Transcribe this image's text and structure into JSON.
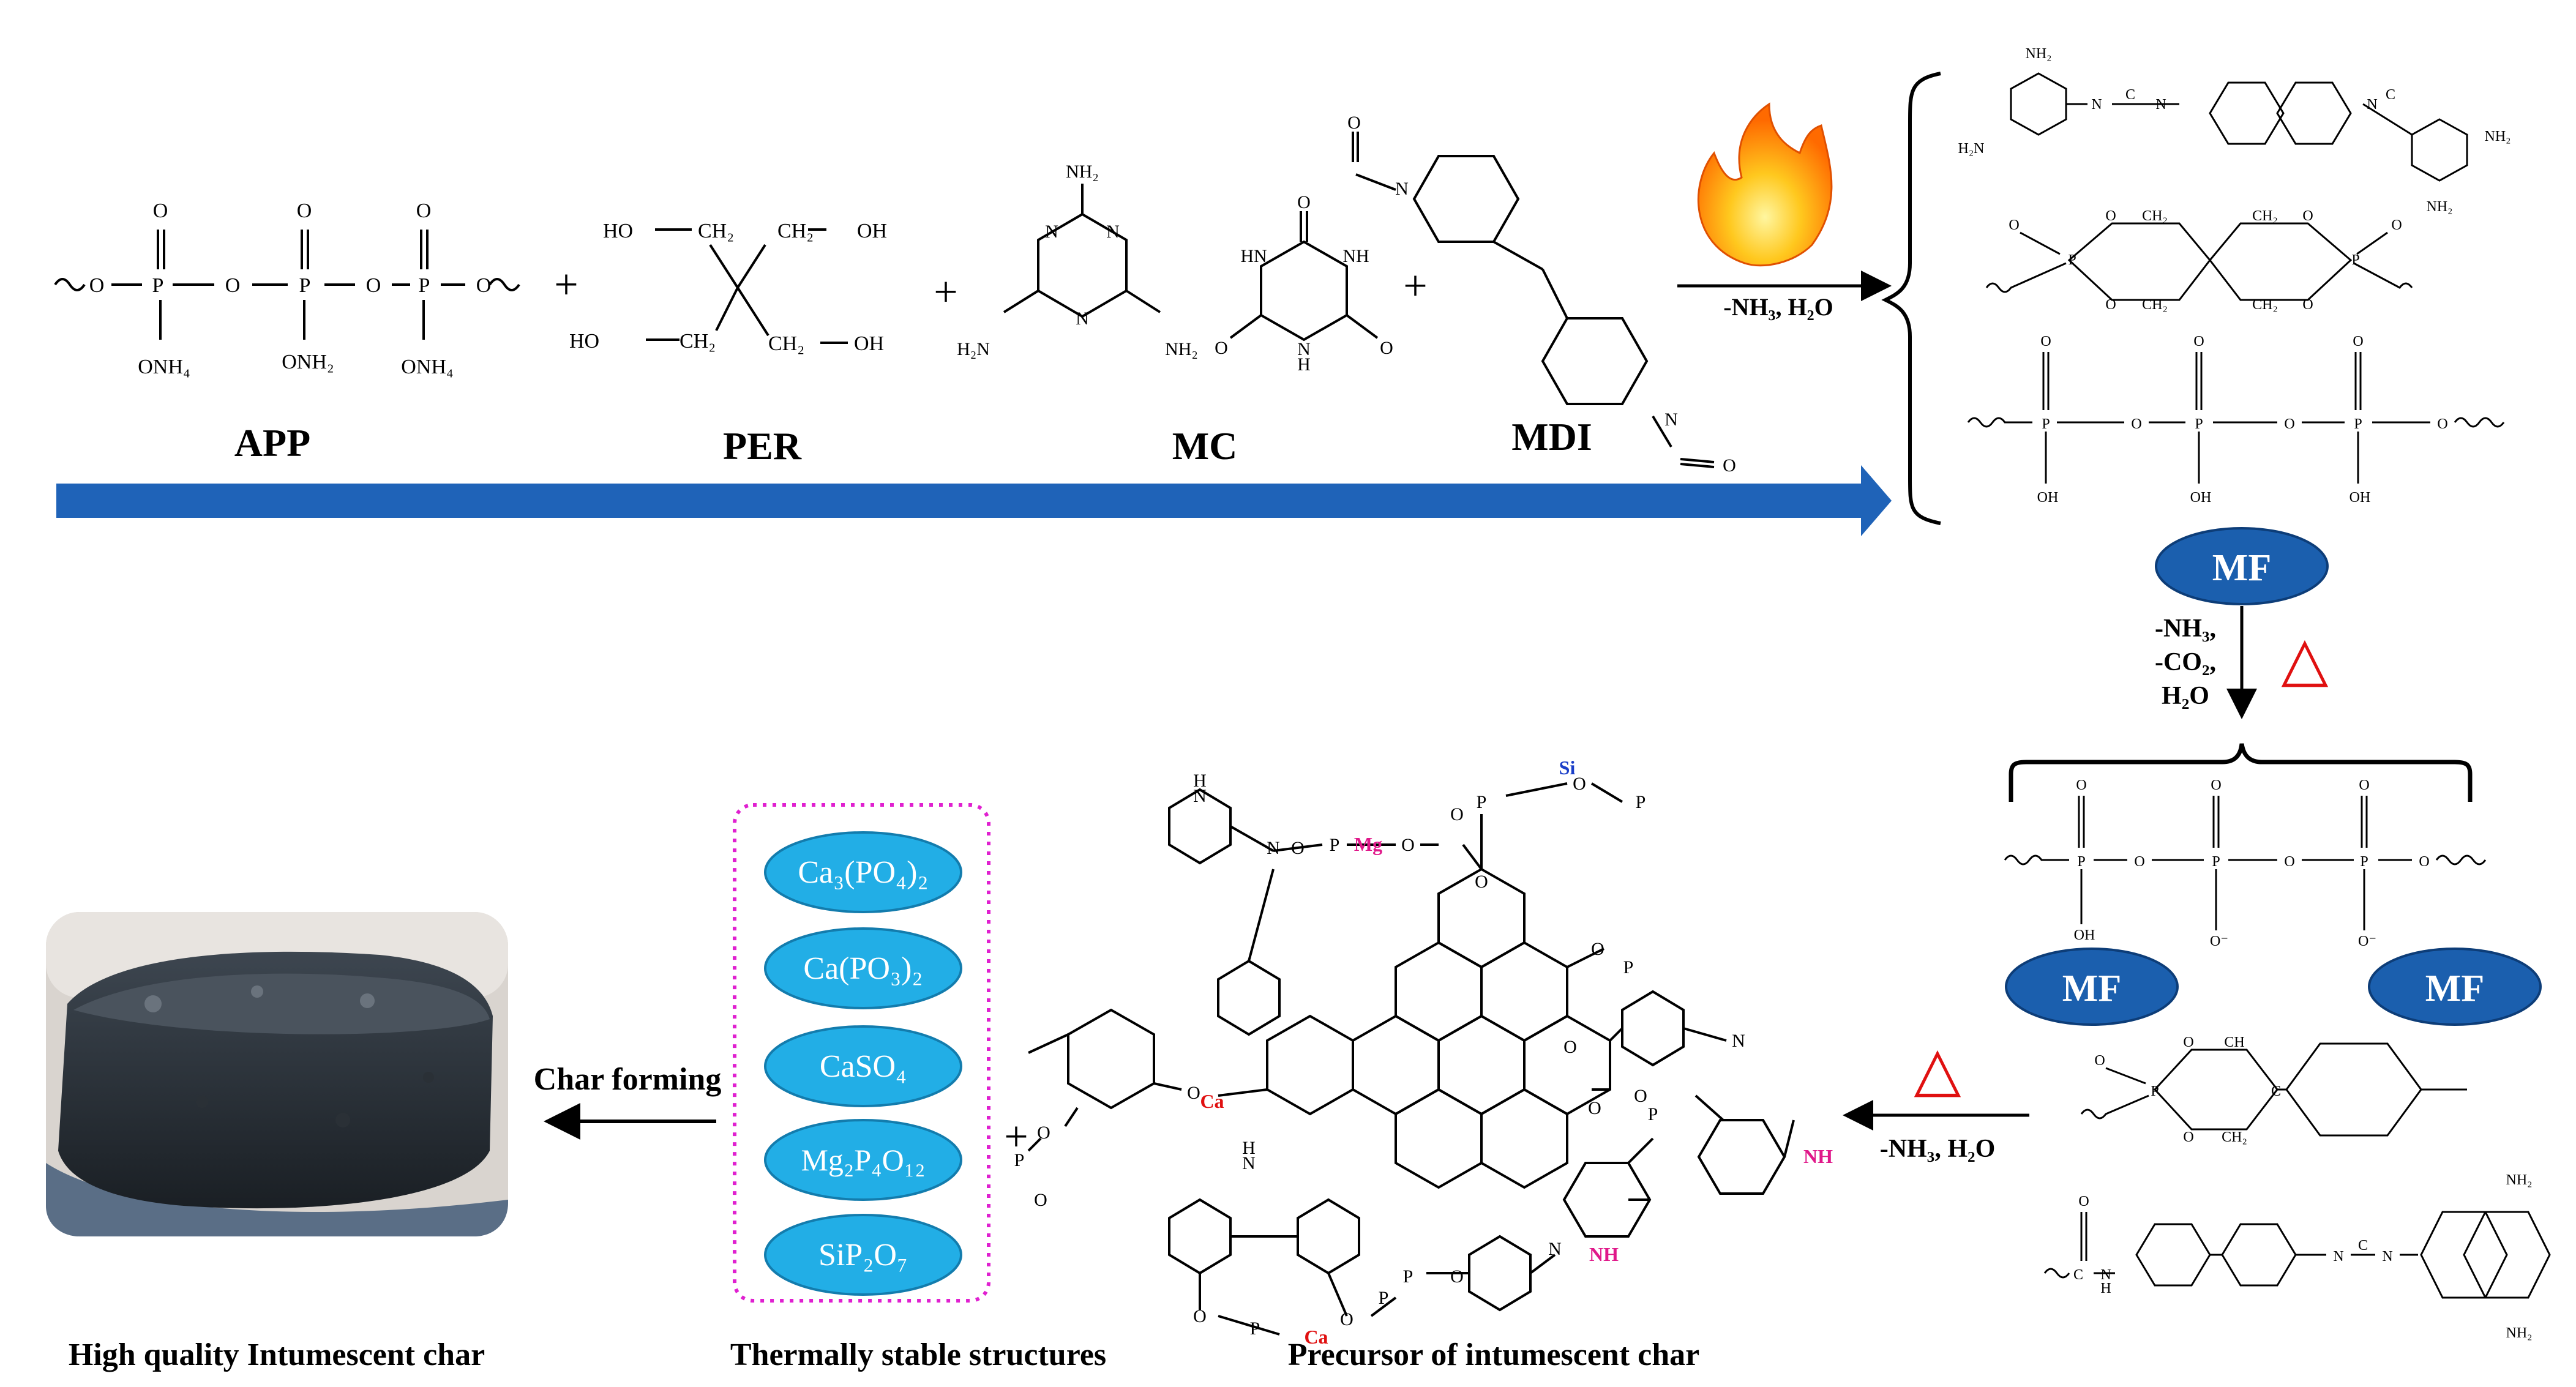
{
  "reactants": {
    "app": "APP",
    "per": "PER",
    "mc": "MC",
    "mdi": "MDI"
  },
  "reaction": {
    "fire_conditions": "-NH₃, H₂O",
    "plus": "+"
  },
  "mf_labels": {
    "top": "MF",
    "left": "MF",
    "right": "MF"
  },
  "heating": {
    "byproducts": [
      "-NH₃,",
      "-CO₂,",
      "H₂O"
    ],
    "symbol": "△",
    "lower_conditions": "-NH₃, H₂O"
  },
  "stable_structures": {
    "items": [
      "Ca₃(PO₄)₂",
      "Ca(PO₃)₂",
      "CaSO₄",
      "Mg₂P₄O₁₂",
      "SiP₂O₇"
    ],
    "caption": "Thermally stable structures"
  },
  "char": {
    "forming_label": "Char forming",
    "caption": "High quality Intumescent char"
  },
  "precursor": {
    "caption": "Precursor of intumescent char",
    "elements": {
      "mg": "Mg",
      "si": "Si",
      "ca": "Ca",
      "nh": "NH"
    }
  },
  "colors": {
    "main_arrow": "#1f63b8",
    "mf_fill": "#1b5fae",
    "ellipse_fill": "#22aee6",
    "dotted_box": "#e020d0",
    "delta": "#e01010",
    "magenta_atoms": "#e0188a",
    "si_atom": "#1a3ec8",
    "ca_atom": "#e01010"
  }
}
